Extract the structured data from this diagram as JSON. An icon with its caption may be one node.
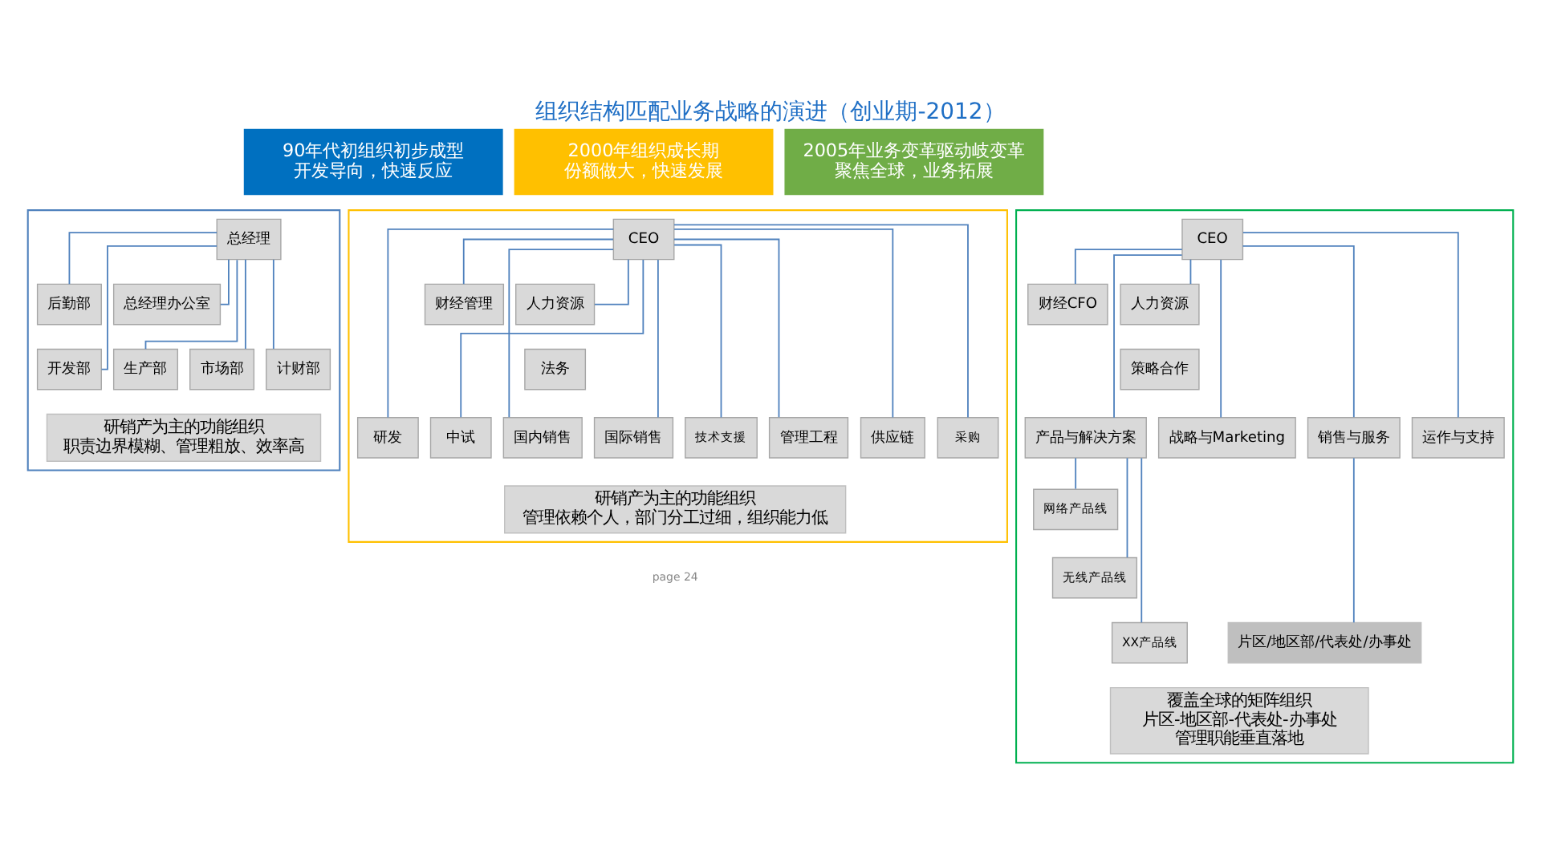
{
  "diagram": {
    "title": "组织结构匹配业务战略的演进（创业期-2012）",
    "nodes": [
      {
        "text": [
          "90年代初组织初步成型",
          "开发导向，快速反应"
        ]
      },
      {
        "text": [],
        "shape": "box"
      },
      {
        "text": [
          "总经理"
        ],
        "in": 1
      },
      {
        "text": [
          "后勤部"
        ],
        "in": 1
      },
      {
        "text": [
          "总经理办公室"
        ],
        "in": 1
      },
      {
        "text": [
          "开发部"
        ],
        "in": 1
      },
      {
        "text": [
          "生产部"
        ],
        "in": 1
      },
      {
        "text": [
          "市场部"
        ],
        "in": 1
      },
      {
        "text": [
          "计财部"
        ],
        "in": 1
      },
      {
        "text": [
          "研销产为主的功能组织",
          "职责边界模糊、管理粗放、效率高"
        ],
        "in": 1
      },
      {
        "text": [
          "2000年组织成长期",
          "份额做大，快速发展"
        ]
      },
      {
        "text": [],
        "shape": "box"
      },
      {
        "text": [
          "CEO"
        ],
        "in": 11
      },
      {
        "text": [
          "财经管理"
        ],
        "in": 11
      },
      {
        "text": [
          "人力资源"
        ],
        "in": 11
      },
      {
        "text": [
          "法务"
        ],
        "in": 11
      },
      {
        "text": [
          "研发"
        ],
        "in": 11
      },
      {
        "text": [
          "中试"
        ],
        "in": 11
      },
      {
        "text": [
          "国内销售"
        ],
        "in": 11
      },
      {
        "text": [
          "国际销售"
        ],
        "in": 11
      },
      {
        "text": [
          "技术支援"
        ],
        "in": 11
      },
      {
        "text": [
          "管理工程"
        ],
        "in": 11
      },
      {
        "text": [
          "供应链"
        ],
        "in": 11
      },
      {
        "text": [
          "采购"
        ],
        "in": 11
      },
      {
        "text": [
          "研销产为主的功能组织",
          "管理依赖个人，部门分工过细，组织能力低"
        ],
        "in": 11
      },
      {
        "text": [
          "2005年业务变革驱动岐变革",
          "聚焦全球，业务拓展"
        ]
      },
      {
        "text": [],
        "shape": "box"
      },
      {
        "text": [
          "CEO"
        ],
        "in": 26
      },
      {
        "text": [
          "财经CFO"
        ],
        "in": 26
      },
      {
        "text": [
          "人力资源"
        ],
        "in": 26
      },
      {
        "text": [
          "策略合作"
        ],
        "in": 26
      },
      {
        "text": [
          "产品与解决方案"
        ],
        "in": 26
      },
      {
        "text": [
          "战略与Marketing"
        ],
        "in": 26
      },
      {
        "text": [
          "销售与服务"
        ],
        "in": 26
      },
      {
        "text": [
          "运作与支持"
        ],
        "in": 26
      },
      {
        "text": [
          "网络产品线"
        ],
        "in": 26
      },
      {
        "text": [
          "无线产品线"
        ],
        "in": 26
      },
      {
        "text": [
          "XX产品线"
        ],
        "in": 26
      },
      {
        "text": [
          "片区/地区部/代表处/办事处"
        ],
        "in": 26
      },
      {
        "text": [
          "覆盖全球的矩阵组织",
          "片区-地区部-代表处-办事处",
          "管理职能垂直落地"
        ],
        "in": 26
      }
    ],
    "edges": [
      {
        "from": 2,
        "to": 3,
        "arrow": "none"
      },
      {
        "from": 2,
        "to": 4,
        "arrow": "none"
      },
      {
        "from": 2,
        "to": 5,
        "arrow": "none"
      },
      {
        "from": 2,
        "to": 6,
        "arrow": "none"
      },
      {
        "from": 2,
        "to": 7,
        "arrow": "none"
      },
      {
        "from": 2,
        "to": 8,
        "arrow": "none"
      },
      {
        "from": 12,
        "to": 13,
        "arrow": "none"
      },
      {
        "from": 12,
        "to": 14,
        "arrow": "none"
      },
      {
        "from": 12,
        "to": 16,
        "arrow": "none"
      },
      {
        "from": 12,
        "to": 17,
        "arrow": "none"
      },
      {
        "from": 12,
        "to": 18,
        "arrow": "none"
      },
      {
        "from": 12,
        "to": 19,
        "arrow": "none"
      },
      {
        "from": 12,
        "to": 20,
        "arrow": "none"
      },
      {
        "from": 12,
        "to": 21,
        "arrow": "none"
      },
      {
        "from": 12,
        "to": 22,
        "arrow": "none"
      },
      {
        "from": 12,
        "to": 23,
        "arrow": "none"
      },
      {
        "from": 27,
        "to": 28,
        "arrow": "none"
      },
      {
        "from": 27,
        "to": 29,
        "arrow": "none"
      },
      {
        "from": 27,
        "to": 31,
        "arrow": "none"
      },
      {
        "from": 27,
        "to": 32,
        "arrow": "none"
      },
      {
        "from": 27,
        "to": 33,
        "arrow": "none"
      },
      {
        "from": 27,
        "to": 34,
        "arrow": "none"
      },
      {
        "from": 31,
        "to": 35,
        "arrow": "none"
      },
      {
        "from": 31,
        "to": 36,
        "arrow": "none"
      },
      {
        "from": 31,
        "to": 37,
        "arrow": "none"
      },
      {
        "from": 33,
        "to": 38,
        "arrow": "none"
      }
    ],
    "labels": [
      "page 24"
    ]
  }
}
